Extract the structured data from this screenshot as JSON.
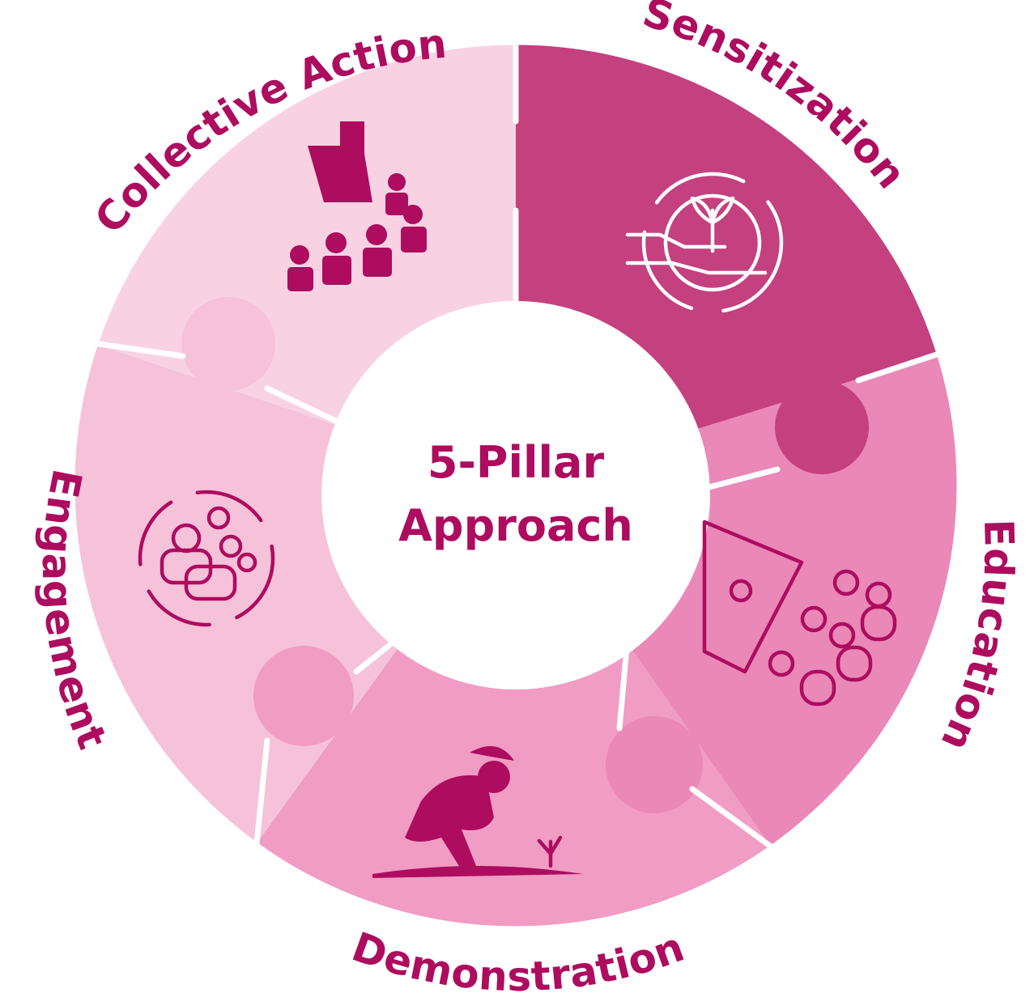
{
  "center": {
    "line1": "5-Pillar",
    "line2": "Approach"
  },
  "pillars": [
    {
      "label": "Sensitization",
      "icon": "hand-globe-plant-icon",
      "color": "#c4407e"
    },
    {
      "label": "Education",
      "icon": "classroom-teacher-icon",
      "color": "#ea88b8"
    },
    {
      "label": "Demonstration",
      "icon": "farmer-planting-icon",
      "color": "#f19cc4"
    },
    {
      "label": "Engagement",
      "icon": "community-cycle-icon",
      "color": "#f5c2d9"
    },
    {
      "label": "Collective Action",
      "icon": "raised-fist-crowd-icon",
      "color": "#f8d2e3"
    }
  ],
  "colors": {
    "text": "#ad0c5f",
    "icon": "#ad0c5f",
    "icon_on_dark": "#ffffff",
    "center_fill": "#ffffff",
    "seam": "#ffffff"
  }
}
